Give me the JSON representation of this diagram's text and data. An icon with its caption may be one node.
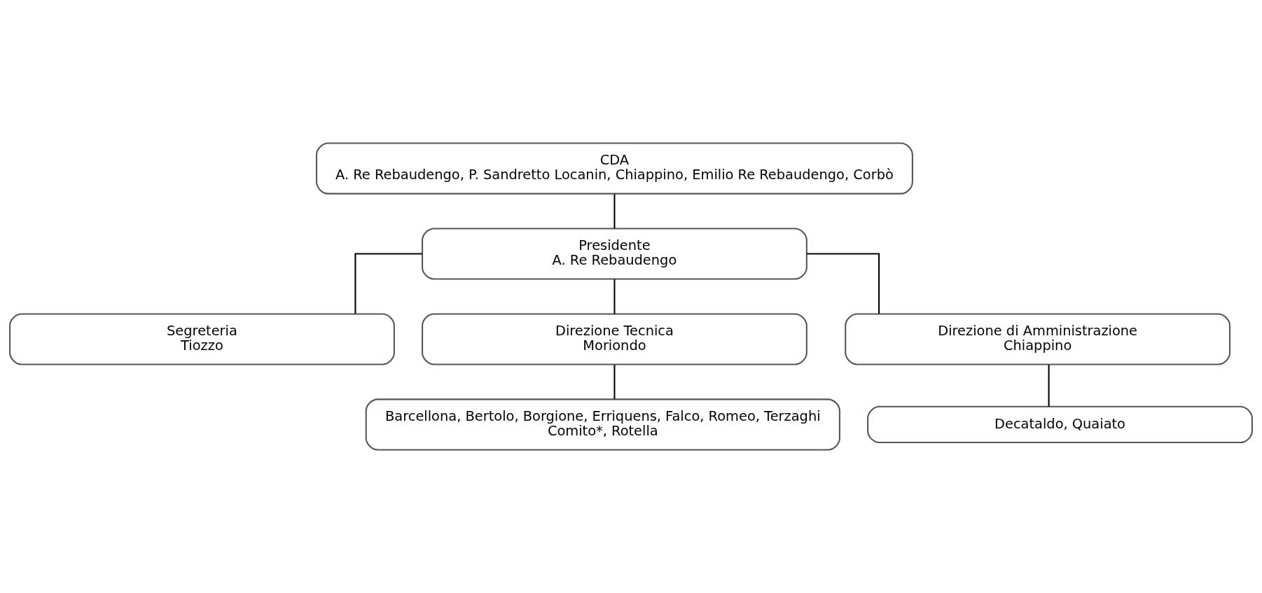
{
  "diagram": {
    "nodes": [
      {
        "text": [
          "CDA",
          "A. Re Rebaudengo, P. Sandretto Locanin, Chiappino, Emilio Re Rebaudengo, Corbò"
        ]
      },
      {
        "text": [
          "Presidente",
          "A. Re Rebaudengo"
        ]
      },
      {
        "text": [
          "Segreteria",
          "Tiozzo"
        ]
      },
      {
        "text": [
          "Direzione Tecnica",
          "Moriondo"
        ]
      },
      {
        "text": [
          "Direzione di Amministrazione",
          "Chiappino"
        ]
      },
      {
        "text": [
          "Barcellona, Bertolo, Borgione, Erriquens, Falco, Romeo, Terzaghi",
          "Comito*, Rotella"
        ]
      },
      {
        "text": [
          "Decataldo, Quaiato"
        ]
      }
    ],
    "edges": [
      {
        "from": 0,
        "to": 1,
        "arrow": "none"
      },
      {
        "from": 1,
        "to": 2,
        "arrow": "none"
      },
      {
        "from": 1,
        "to": 3,
        "arrow": "none"
      },
      {
        "from": 1,
        "to": 4,
        "arrow": "none"
      },
      {
        "from": 3,
        "to": 5,
        "arrow": "none"
      },
      {
        "from": 4,
        "to": 6,
        "arrow": "none"
      }
    ]
  }
}
